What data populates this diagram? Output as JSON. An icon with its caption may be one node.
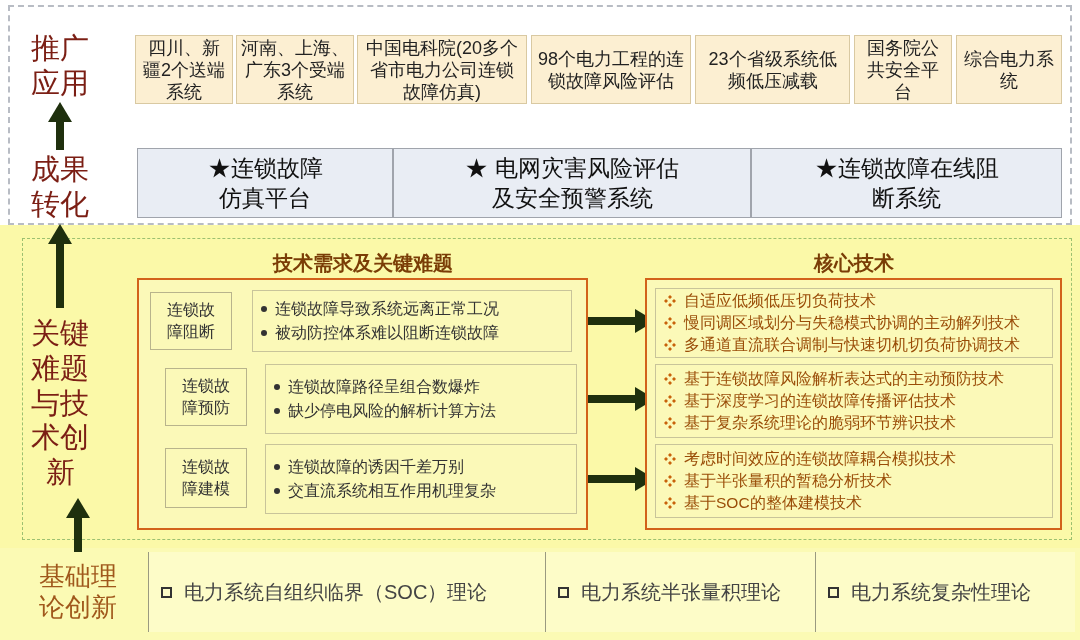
{
  "diagram": {
    "nodes": [
      {
        "text": [
          "推广应用"
        ]
      },
      {
        "text": [
          "成果转化"
        ]
      },
      {
        "text": [
          "关键难题与技术创新"
        ]
      },
      {
        "text": [
          "基础理论创新"
        ]
      },
      {
        "text": [
          "四川、新疆2个送端系统"
        ]
      },
      {
        "text": [
          "河南、上海、广东3个受端系统"
        ]
      },
      {
        "text": [
          "中国电科院(20多个省市电力公司连锁故障仿真)"
        ]
      },
      {
        "text": [
          "98个电力工程的连锁故障风险评估"
        ]
      },
      {
        "text": [
          "23个省级系统低频低压减载"
        ]
      },
      {
        "text": [
          "国务院公共安全平台"
        ]
      },
      {
        "text": [
          "综合电力系统"
        ]
      },
      {
        "text": [
          "★连锁故障仿真平台"
        ]
      },
      {
        "text": [
          "★ 电网灾害风险评估及安全预警系统"
        ]
      },
      {
        "text": [
          "★连锁故障在线阻断系统"
        ]
      },
      {
        "text": [
          "技术需求及关键难题"
        ]
      },
      {
        "text": [
          "连锁故障阻断"
        ],
        "in": 14
      },
      {
        "text": [
          "连锁故障导致系统远离正常工况",
          "被动防控体系难以阻断连锁故障"
        ],
        "in": 14
      },
      {
        "text": [
          "连锁故障预防"
        ],
        "in": 14
      },
      {
        "text": [
          "连锁故障路径呈组合数爆炸",
          "缺少停电风险的解析计算方法"
        ],
        "in": 14
      },
      {
        "text": [
          "连锁故障建模"
        ],
        "in": 14
      },
      {
        "text": [
          "连锁故障的诱因千差万别",
          "交直流系统相互作用机理复杂"
        ],
        "in": 14
      },
      {
        "text": [
          "核心技术"
        ]
      },
      {
        "text": [
          "自适应低频低压切负荷技术",
          "慢同调区域划分与失稳模式协调的主动解列技术",
          "多通道直流联合调制与快速切机切负荷协调技术"
        ],
        "in": 21
      },
      {
        "text": [
          "基于连锁故障风险解析表达式的主动预防技术",
          "基于深度学习的连锁故障传播评估技术",
          "基于复杂系统理论的脆弱环节辨识技术"
        ],
        "in": 21
      },
      {
        "text": [
          "考虑时间效应的连锁故障耦合模拟技术",
          "基于半张量积的暂稳分析技术",
          "基于SOC的整体建模技术"
        ],
        "in": 21
      },
      {
        "text": [
          "电力系统自组织临界（SOC）理论"
        ]
      },
      {
        "text": [
          "电力系统半张量积理论"
        ]
      },
      {
        "text": [
          "电力系统复杂性理论"
        ]
      }
    ],
    "edges": [
      {
        "from": 1,
        "to": 0,
        "arrow": "to"
      },
      {
        "from": 2,
        "to": 1,
        "arrow": "to"
      },
      {
        "from": 3,
        "to": 2,
        "arrow": "to"
      },
      {
        "from": 16,
        "to": 22,
        "arrow": "to"
      },
      {
        "from": 18,
        "to": 23,
        "arrow": "to"
      },
      {
        "from": 20,
        "to": 24,
        "arrow": "to"
      }
    ]
  }
}
